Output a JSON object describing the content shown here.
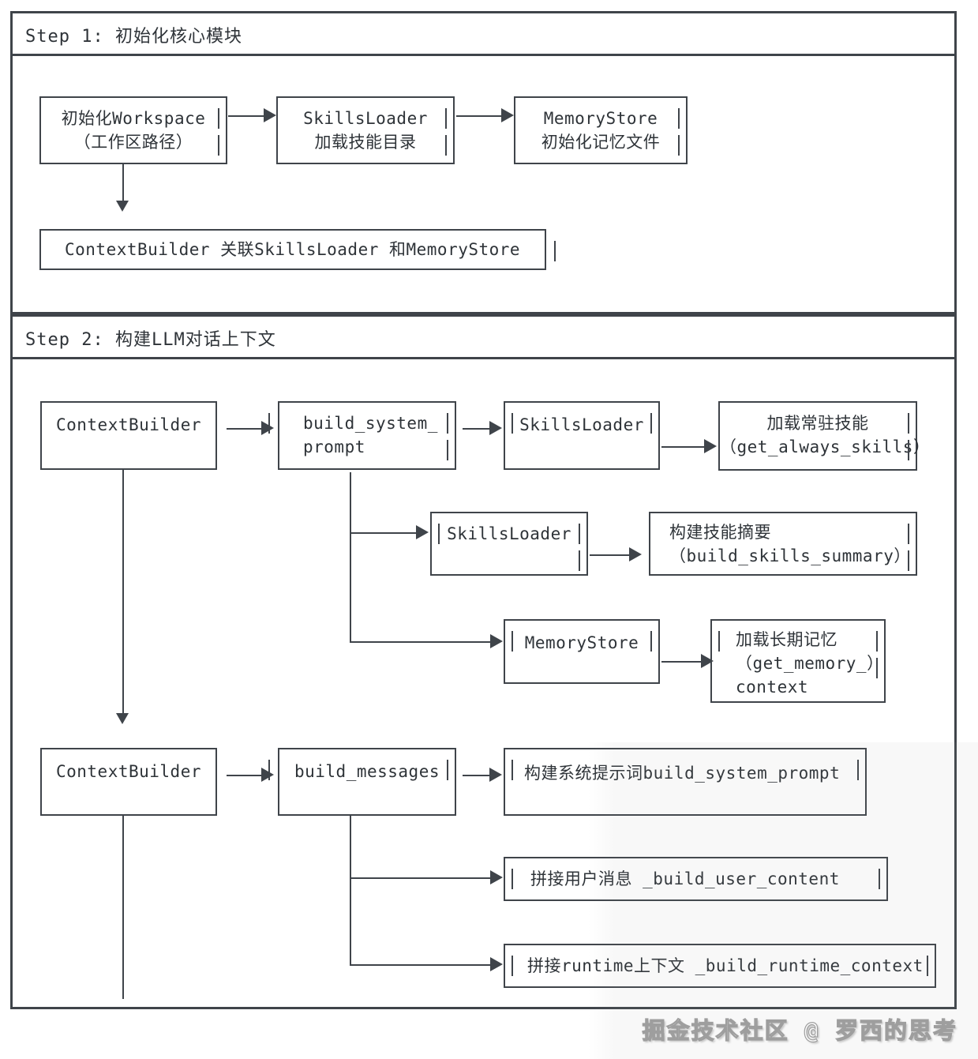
{
  "step1": {
    "title": "Step 1: 初始化核心模块",
    "boxes": {
      "init_workspace": {
        "lines": [
          "初始化Workspace",
          "（工作区路径）"
        ]
      },
      "skills_loader": {
        "lines": [
          "SkillsLoader",
          "加载技能目录"
        ]
      },
      "memory_store": {
        "lines": [
          "MemoryStore",
          "初始化记忆文件"
        ]
      },
      "context_builder_link": {
        "lines": [
          "ContextBuilder 关联SkillsLoader 和MemoryStore"
        ]
      }
    }
  },
  "step2": {
    "title": "Step 2: 构建LLM对话上下文",
    "boxes": {
      "context_builder_a": {
        "lines": [
          "ContextBuilder"
        ]
      },
      "build_system_prompt": {
        "lines": [
          "build_system_",
          "prompt"
        ]
      },
      "skills_loader_always": {
        "lines": [
          "SkillsLoader"
        ]
      },
      "get_always_skills": {
        "lines": [
          "加载常驻技能",
          "（get_always_skills）"
        ]
      },
      "skills_loader_summary": {
        "lines": [
          "SkillsLoader"
        ]
      },
      "build_skills_summary": {
        "lines": [
          "构建技能摘要",
          "（build_skills_summary）"
        ]
      },
      "memory_store": {
        "lines": [
          "MemoryStore"
        ]
      },
      "get_memory_context": {
        "lines": [
          "加载长期记忆",
          "（get_memory_）",
          "context"
        ]
      },
      "context_builder_b": {
        "lines": [
          "ContextBuilder"
        ]
      },
      "build_messages": {
        "lines": [
          "build_messages"
        ]
      },
      "build_system_prompt_step": {
        "lines": [
          "构建系统提示词build_system_prompt"
        ]
      },
      "build_user_content_step": {
        "lines": [
          "拼接用户消息 _build_user_content"
        ]
      },
      "build_runtime_context_step": {
        "lines": [
          "拼接runtime上下文 _build_runtime_context"
        ]
      }
    }
  },
  "watermark": "掘金技术社区 @ 罗西的思考",
  "colors": {
    "line": "#3f444a",
    "text": "#2e3338",
    "watermark_gray": "#9e9e9e"
  }
}
